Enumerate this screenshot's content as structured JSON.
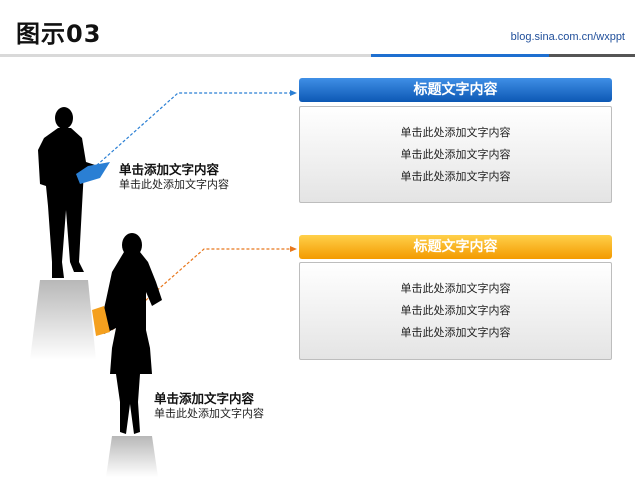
{
  "header": {
    "title": "图示03",
    "link": "blog.sina.com.cn/wxppt"
  },
  "colors": {
    "accent_blue": "#1e6fd0",
    "accent_orange": "#f39a00",
    "connector_blue": "#2a7fd4",
    "connector_orange": "#e8781e"
  },
  "people": [
    {
      "icon": "businessman-silhouette",
      "title": "单击添加文字内容",
      "subtitle": "单击此处添加文字内容"
    },
    {
      "icon": "businesswoman-silhouette",
      "title": "单击添加文字内容",
      "subtitle": "单击此处添加文字内容"
    }
  ],
  "boxes": [
    {
      "header": "标题文字内容",
      "lines": [
        "单击此处添加文字内容",
        "单击此处添加文字内容",
        "单击此处添加文字内容"
      ]
    },
    {
      "header": "标题文字内容",
      "lines": [
        "单击此处添加文字内容",
        "单击此处添加文字内容",
        "单击此处添加文字内容"
      ]
    }
  ]
}
